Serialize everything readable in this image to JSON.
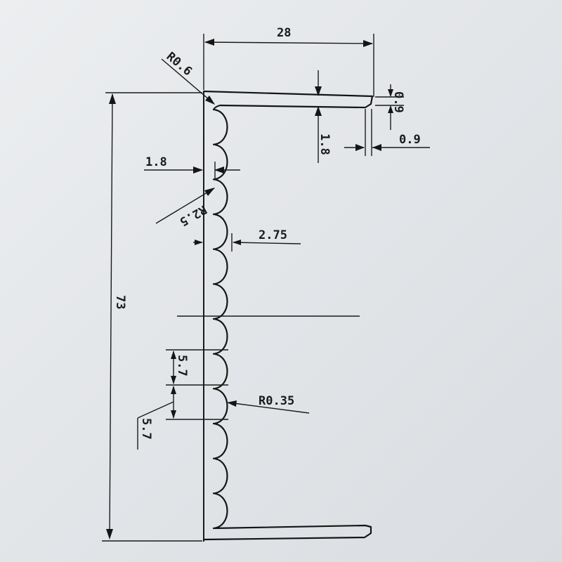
{
  "dimensions": {
    "width_28": "28",
    "radius_corner": "R0.6",
    "flange_thickness": "0.9",
    "lip_height": "1.8",
    "lip_width": "0.9",
    "wall_thickness": "1.8",
    "groove_radius": "R2.5",
    "rib_depth": "2.75",
    "height_73": "73",
    "pitch_a": "5.7",
    "pitch_b": "5.7",
    "fillet_radius": "R0.35"
  }
}
